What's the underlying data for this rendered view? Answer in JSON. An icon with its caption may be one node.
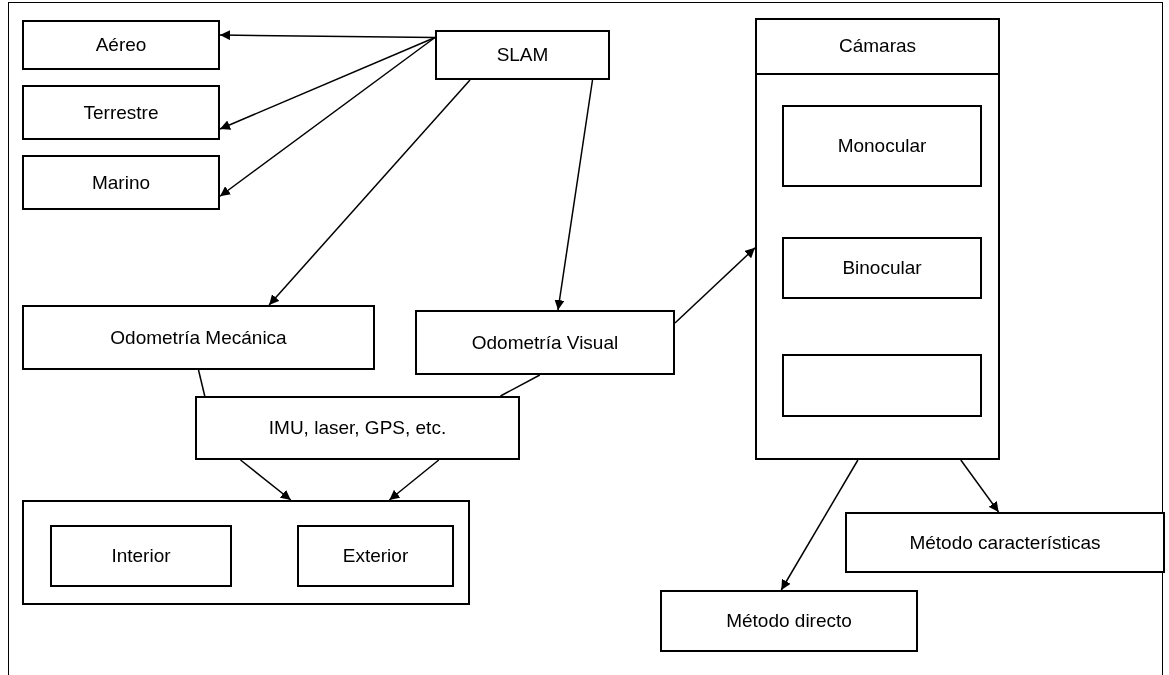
{
  "diagram": {
    "nodes": [
      {
        "text": [
          "SLAM"
        ]
      },
      {
        "text": [
          "Aéreo"
        ]
      },
      {
        "text": [
          "Terrestre"
        ]
      },
      {
        "text": [
          "Marino"
        ]
      },
      {
        "text": [
          "Odometría Mecánica"
        ]
      },
      {
        "text": [
          "Odometría Visual"
        ]
      },
      {
        "text": [
          "IMU, laser, GPS, etc."
        ]
      },
      {
        "text": [],
        "shape": "box"
      },
      {
        "text": [
          "Interior"
        ],
        "in": 7
      },
      {
        "text": [
          "Exterior"
        ],
        "in": 7
      },
      {
        "text": [
          "Cámaras"
        ]
      },
      {
        "text": [
          "Monocular"
        ],
        "in": 10
      },
      {
        "text": [
          "Binocular"
        ],
        "in": 10
      },
      {
        "text": [],
        "shape": "box",
        "in": 10
      },
      {
        "text": [
          "Método características"
        ]
      },
      {
        "text": [
          "Método directo"
        ]
      }
    ],
    "edges": [
      {
        "from": 0,
        "to": 1,
        "arrow": "to"
      },
      {
        "from": 0,
        "to": 2,
        "arrow": "to"
      },
      {
        "from": 0,
        "to": 3,
        "arrow": "to"
      },
      {
        "from": 0,
        "to": 4,
        "arrow": "to"
      },
      {
        "from": 0,
        "to": 5,
        "arrow": "to"
      },
      {
        "from": 4,
        "to": 6,
        "arrow": "none"
      },
      {
        "from": 5,
        "to": 6,
        "arrow": "none"
      },
      {
        "from": 6,
        "to": 7,
        "arrow": "to"
      },
      {
        "from": 6,
        "to": 7,
        "arrow": "to"
      },
      {
        "from": 5,
        "to": 10,
        "arrow": "to"
      },
      {
        "from": 10,
        "to": 15,
        "arrow": "to"
      },
      {
        "from": 10,
        "to": 14,
        "arrow": "to"
      }
    ]
  }
}
